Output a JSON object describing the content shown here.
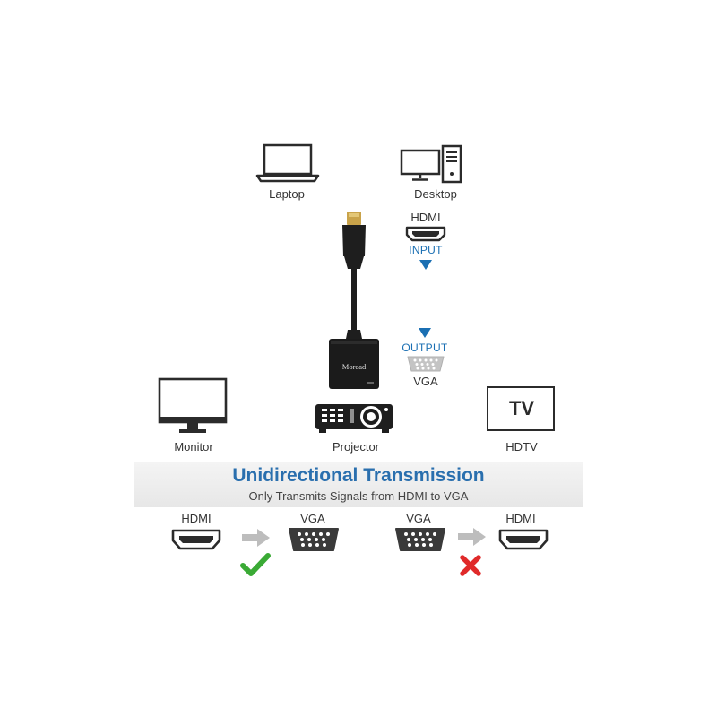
{
  "devices_top": [
    {
      "name": "laptop",
      "label": "Laptop"
    },
    {
      "name": "desktop",
      "label": "Desktop"
    }
  ],
  "adapter": {
    "brand": "Moread",
    "input_port": "HDMI",
    "input_direction": "INPUT",
    "output_direction": "OUTPUT",
    "output_port": "VGA"
  },
  "devices_bottom": [
    {
      "name": "monitor",
      "label": "Monitor"
    },
    {
      "name": "projector",
      "label": "Projector"
    },
    {
      "name": "hdtv",
      "label": "HDTV",
      "screen_text": "TV"
    }
  ],
  "transmission": {
    "title": "Unidirectional Transmission",
    "subtitle": "Only Transmits Signals from HDMI to VGA",
    "supported": {
      "from": "HDMI",
      "to": "VGA",
      "status_icon": "check-icon"
    },
    "unsupported": {
      "from": "VGA",
      "to": "HDMI",
      "status_icon": "cross-icon"
    }
  },
  "colors": {
    "accent_blue": "#1a6fb3",
    "title_blue": "#2a6fae",
    "check_green": "#3aaa35",
    "cross_red": "#e02a2a",
    "arrow_gray": "#bdbdbd",
    "device_dark": "#2b2b2b"
  }
}
